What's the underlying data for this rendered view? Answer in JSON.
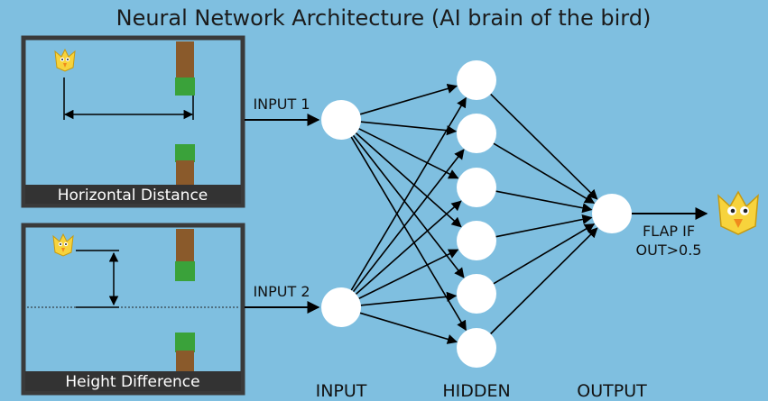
{
  "title": "Neural Network Architecture (AI brain of the bird)",
  "panels": {
    "horizontal_caption": "Horizontal Distance",
    "height_caption": "Height Difference"
  },
  "inputs": {
    "input1_label": "INPUT 1",
    "input2_label": "INPUT 2"
  },
  "output": {
    "rule_line1": "FLAP IF",
    "rule_line2": "OUT>0.5"
  },
  "layers": {
    "input": "INPUT",
    "hidden": "HIDDEN",
    "output": "OUTPUT"
  },
  "network": {
    "input_nodes": 2,
    "hidden_nodes": 6,
    "output_nodes": 1
  },
  "colors": {
    "background": "#7fbfe0",
    "panel_border": "#3a3a3a",
    "caption_bar": "#333333",
    "trunk": "#8a5a2b",
    "pipe_green": "#3aa23a",
    "bird_yellow": "#f7d33c",
    "bird_beak": "#f08a1c"
  }
}
